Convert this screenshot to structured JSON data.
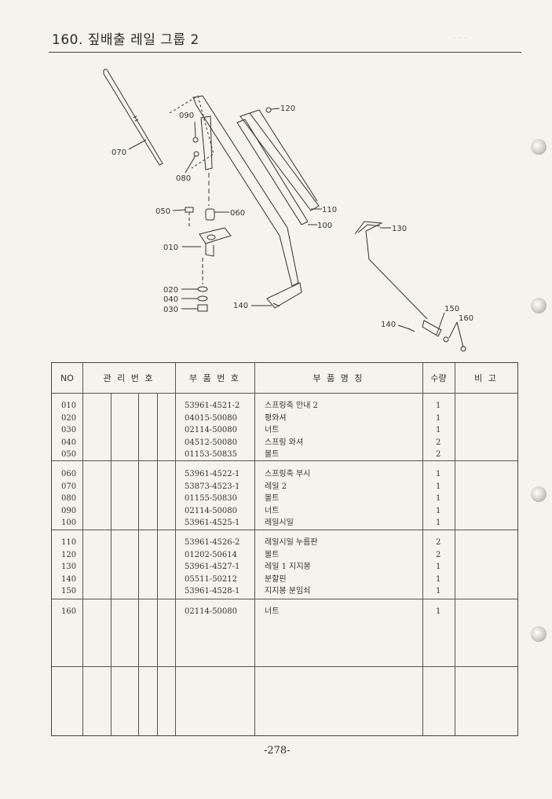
{
  "title": "160. 짚배출 레일 그룹 2",
  "callouts": [
    "070",
    "090",
    "080",
    "050",
    "060",
    "010",
    "020",
    "040",
    "030",
    "120",
    "110",
    "100",
    "130",
    "140",
    "140",
    "150",
    "160"
  ],
  "table": {
    "headers": {
      "no": "NO",
      "mgmt": "관 리 번 호",
      "part_no": "부 품 번 호",
      "name": "부 품 명 칭",
      "qty": "수량",
      "remarks": "비 고"
    },
    "rows": [
      {
        "no": "010",
        "part_no": "53961-4521-2",
        "name": "스프링축 안내 2",
        "qty": "1"
      },
      {
        "no": "020",
        "part_no": "04015-50080",
        "name": "평와셔",
        "qty": "1"
      },
      {
        "no": "030",
        "part_no": "02114-50080",
        "name": "너트",
        "qty": "1"
      },
      {
        "no": "040",
        "part_no": "04512-50080",
        "name": "스프링 와셔",
        "qty": "2"
      },
      {
        "no": "050",
        "part_no": "01153-50835",
        "name": "볼트",
        "qty": "2"
      },
      {
        "no": "060",
        "part_no": "53961-4522-1",
        "name": "스프링축 부시",
        "qty": "1"
      },
      {
        "no": "070",
        "part_no": "53873-4523-1",
        "name": "레일 2",
        "qty": "1"
      },
      {
        "no": "080",
        "part_no": "01155-50830",
        "name": "볼트",
        "qty": "1"
      },
      {
        "no": "090",
        "part_no": "02114-50080",
        "name": "너트",
        "qty": "1"
      },
      {
        "no": "100",
        "part_no": "53961-4525-1",
        "name": "레일시일",
        "qty": "1"
      },
      {
        "no": "110",
        "part_no": "53961-4526-2",
        "name": "레일시일 누름판",
        "qty": "2"
      },
      {
        "no": "120",
        "part_no": "01202-50614",
        "name": "볼트",
        "qty": "2"
      },
      {
        "no": "130",
        "part_no": "53961-4527-1",
        "name": "레일 1 지지봉",
        "qty": "1"
      },
      {
        "no": "140",
        "part_no": "05511-50212",
        "name": "분할핀",
        "qty": "1"
      },
      {
        "no": "150",
        "part_no": "53961-4528-1",
        "name": "지지봉 분임쇠",
        "qty": "1"
      },
      {
        "no": "160",
        "part_no": "02114-50080",
        "name": "너트",
        "qty": "1"
      }
    ]
  },
  "page_number": "-278-"
}
